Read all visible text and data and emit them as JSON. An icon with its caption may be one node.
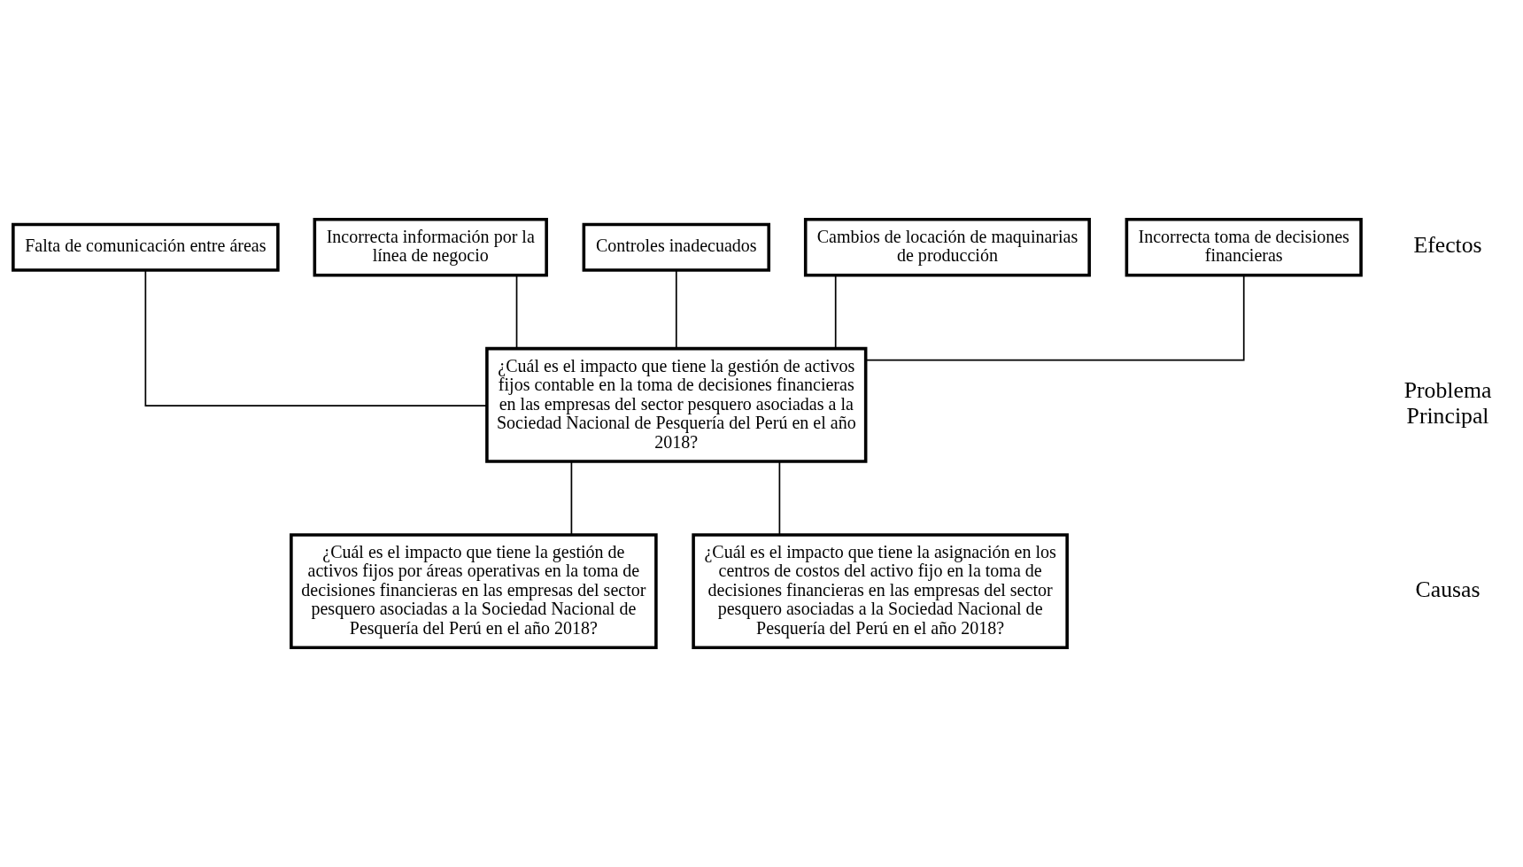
{
  "diagram": {
    "nodes": [
      {
        "text": [
          "Falta de comunicación entre áreas"
        ]
      },
      {
        "text": [
          "Incorrecta información por la línea de negocio"
        ]
      },
      {
        "text": [
          "Controles inadecuados"
        ]
      },
      {
        "text": [
          "Cambios de locación de maquinarias de producción"
        ]
      },
      {
        "text": [
          "Incorrecta toma de decisiones financieras"
        ]
      },
      {
        "text": [
          "¿Cuál es el impacto que tiene la gestión de activos fijos contable en la toma de decisiones financieras en las empresas del sector pesquero asociadas a la Sociedad Nacional de Pesquería del Perú en el año 2018?"
        ]
      },
      {
        "text": [
          "¿Cuál es el impacto que tiene la gestión de activos fijos por áreas operativas en la toma de decisiones financieras en las empresas del sector pesquero asociadas a la Sociedad Nacional de Pesquería del Perú en el año 2018?"
        ]
      },
      {
        "text": [
          "¿Cuál es el impacto que tiene la asignación en los centros de costos del activo fijo en la toma de decisiones financieras en las empresas del sector pesquero asociadas a la Sociedad Nacional de Pesquería del Perú en el año 2018?"
        ]
      }
    ],
    "edges": [
      {
        "from": 3,
        "to": 5,
        "arrow": "none"
      },
      {
        "from": 1,
        "to": 5,
        "arrow": "none"
      },
      {
        "from": 2,
        "to": 5,
        "arrow": "none"
      },
      {
        "from": 0,
        "to": 5,
        "arrow": "none"
      },
      {
        "from": 4,
        "to": 5,
        "arrow": "none"
      },
      {
        "from": 5,
        "to": 6,
        "arrow": "none"
      },
      {
        "from": 5,
        "to": 7,
        "arrow": "none"
      }
    ],
    "labels": [
      "Efectos",
      "Problema Principal",
      "Causas"
    ]
  }
}
